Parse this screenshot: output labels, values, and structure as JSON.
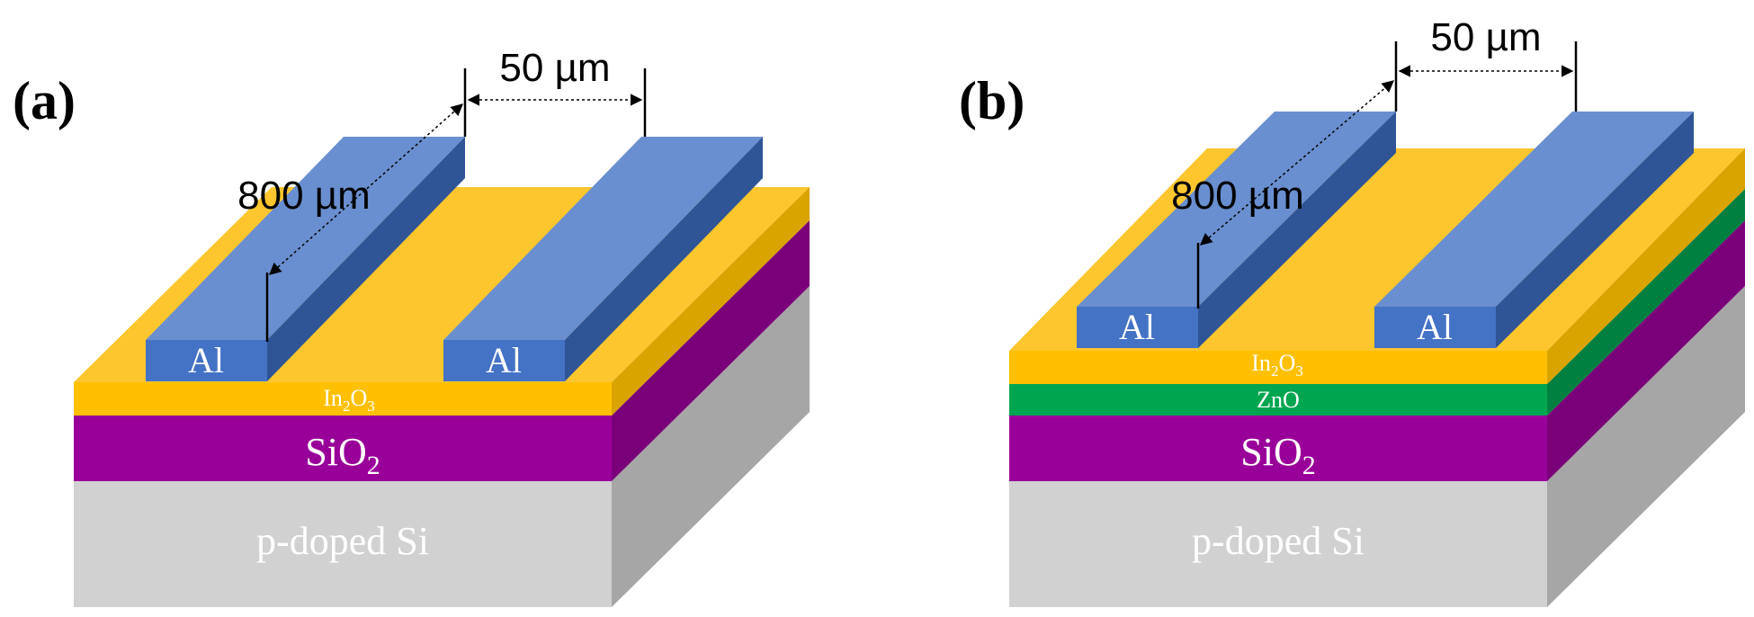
{
  "panels": [
    {
      "label": "(a)",
      "dimension_width": "50 µm",
      "dimension_length": "800 µm",
      "electrode_left": "Al",
      "electrode_right": "Al",
      "layers": {
        "in2o3": {
          "base": "In",
          "sub1": "2",
          "mid": "O",
          "sub2": "3"
        },
        "sio2": {
          "base": "SiO",
          "sub": "2"
        },
        "substrate": "p-doped Si"
      }
    },
    {
      "label": "(b)",
      "dimension_width": "50 µm",
      "dimension_length": "800 µm",
      "electrode_left": "Al",
      "electrode_right": "Al",
      "layers": {
        "in2o3": {
          "base": "In",
          "sub1": "2",
          "mid": "O",
          "sub2": "3"
        },
        "zno": "ZnO",
        "sio2": {
          "base": "SiO",
          "sub": "2"
        },
        "substrate": "p-doped Si"
      }
    }
  ],
  "colors": {
    "in2o3": "#FEC000",
    "zno": "#00A550",
    "sio2": "#990099",
    "si": "#D0D0D0",
    "al": "#4472C4"
  }
}
